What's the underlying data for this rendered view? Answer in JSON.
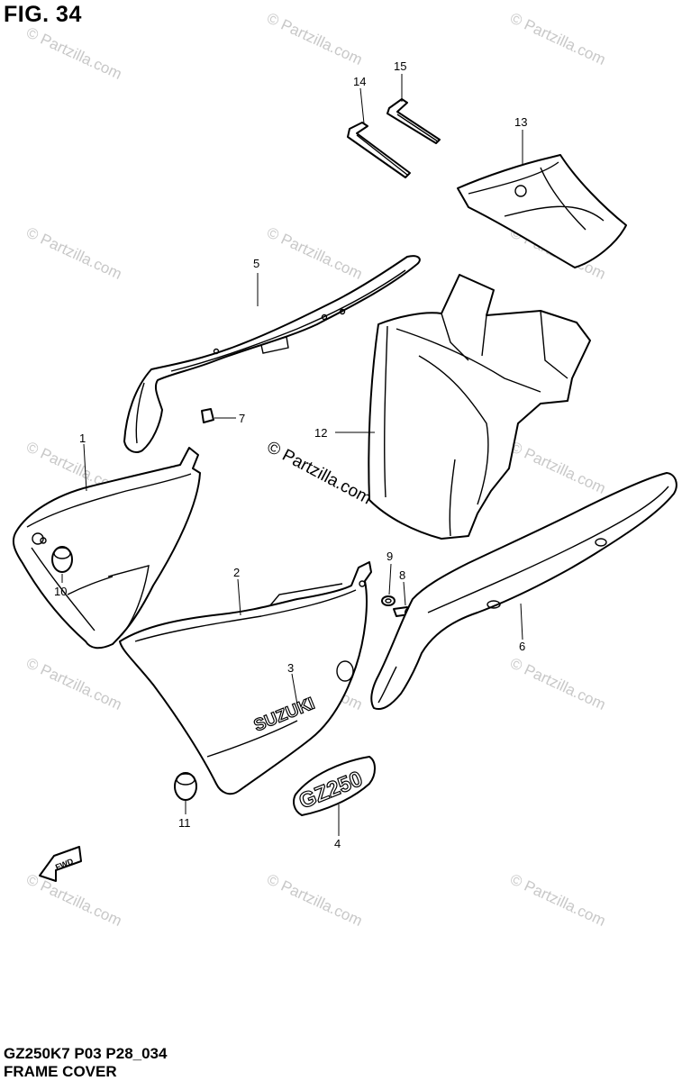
{
  "figure_title": "FIG. 34",
  "footer": {
    "code": "GZ250K7 P03 P28_034",
    "name": "FRAME COVER"
  },
  "watermark": "© Partzilla.com",
  "center_watermark": "© Partzilla.com",
  "badges": {
    "suzuki": "SUZUKI",
    "gz250": "GZ250",
    "fwd": "FWD"
  },
  "callouts": {
    "p1": "1",
    "p2": "2",
    "p3": "3",
    "p4": "4",
    "p5": "5",
    "p6": "6",
    "p7": "7",
    "p8": "8",
    "p9": "9",
    "p10": "10",
    "p11": "11",
    "p12": "12",
    "p13": "13",
    "p14": "14",
    "p15": "15"
  }
}
